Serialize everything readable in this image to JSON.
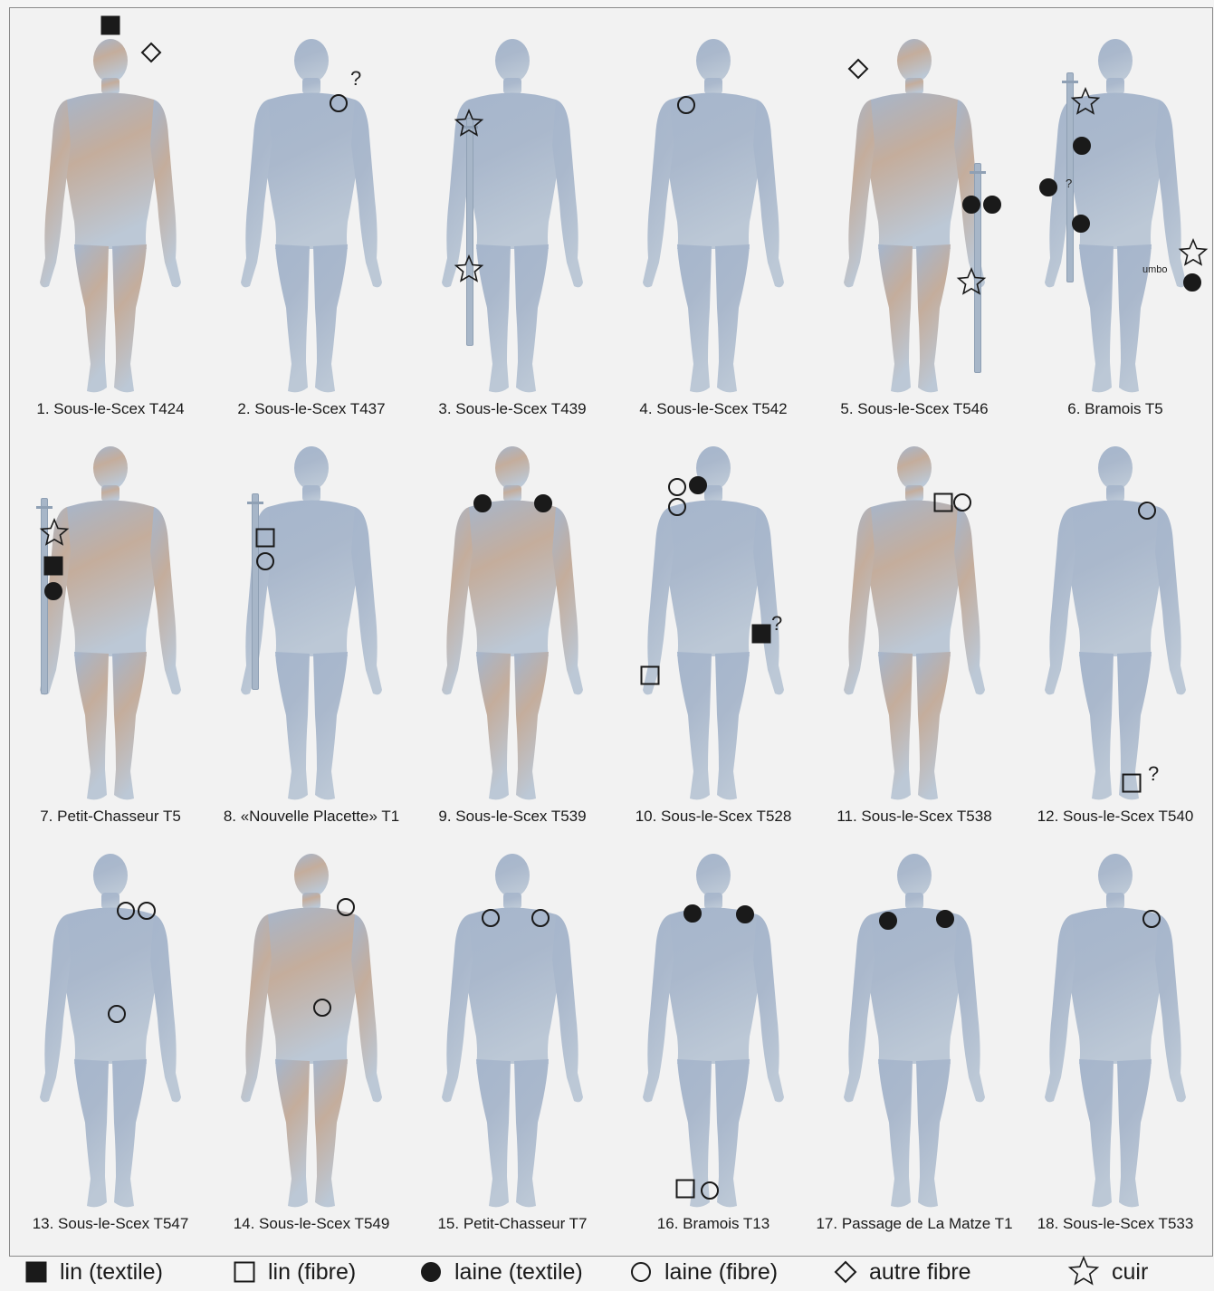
{
  "figures": [
    {
      "caption": "1. Sous-le-Scex T424"
    },
    {
      "caption": "2. Sous-le-Scex T437",
      "q": "?"
    },
    {
      "caption": "3. Sous-le-Scex T439"
    },
    {
      "caption": "4. Sous-le-Scex T542"
    },
    {
      "caption": "5. Sous-le-Scex T546"
    },
    {
      "caption": "6. Bramois T5",
      "q": "?",
      "annotation": "umbo"
    },
    {
      "caption": "7. Petit-Chasseur T5"
    },
    {
      "caption": "8. «Nouvelle Placette» T1"
    },
    {
      "caption": "9. Sous-le-Scex T539"
    },
    {
      "caption": "10. Sous-le-Scex T528",
      "q": "?"
    },
    {
      "caption": "11. Sous-le-Scex T538"
    },
    {
      "caption": "12. Sous-le-Scex T540",
      "q": "?"
    },
    {
      "caption": "13. Sous-le-Scex T547"
    },
    {
      "caption": "14. Sous-le-Scex T549"
    },
    {
      "caption": "15. Petit-Chasseur T7"
    },
    {
      "caption": "16. Bramois T13"
    },
    {
      "caption": "17. Passage de La Matze T1"
    },
    {
      "caption": "18. Sous-le-Scex T533"
    }
  ],
  "legend": [
    {
      "icon": "filled-square",
      "label": "lin (textile)"
    },
    {
      "icon": "open-square",
      "label": "lin (fibre)"
    },
    {
      "icon": "filled-circle",
      "label": "laine (textile)"
    },
    {
      "icon": "open-circle",
      "label": "laine (fibre)"
    },
    {
      "icon": "open-diamond",
      "label": "autre fibre"
    },
    {
      "icon": "open-star",
      "label": "cuir"
    }
  ],
  "colors": {
    "body_top": "#9fb3cc",
    "body_bottom": "#b9c6d6",
    "body_warm": "#c9a994",
    "ink": "#1a1a1a"
  }
}
